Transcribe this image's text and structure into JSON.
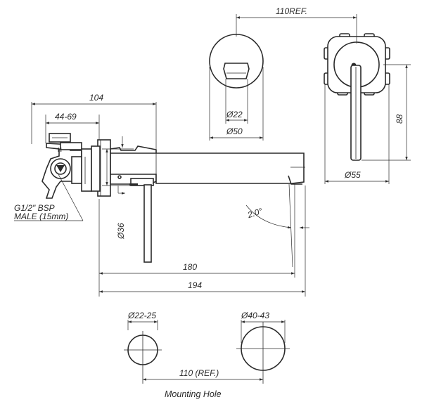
{
  "dimensions": {
    "ref_110_top": "110REF.",
    "d22_top": "Ø22",
    "d50": "Ø50",
    "d55": "Ø55",
    "h88": "88",
    "w104": "104",
    "w44_69": "44-69",
    "d36": "Ø36",
    "angle": "2.0°",
    "len180": "180",
    "len194": "194",
    "hole_small": "Ø22-25",
    "hole_large": "Ø40-43",
    "ref_110_bottom": "110 (REF.)"
  },
  "labels": {
    "connection_line1": "G1/2\" BSP",
    "connection_line2": "MALE  (15mm)",
    "mounting_hole": "Mounting Hole"
  },
  "colors": {
    "line": "#2a2a2a",
    "background": "#ffffff"
  }
}
